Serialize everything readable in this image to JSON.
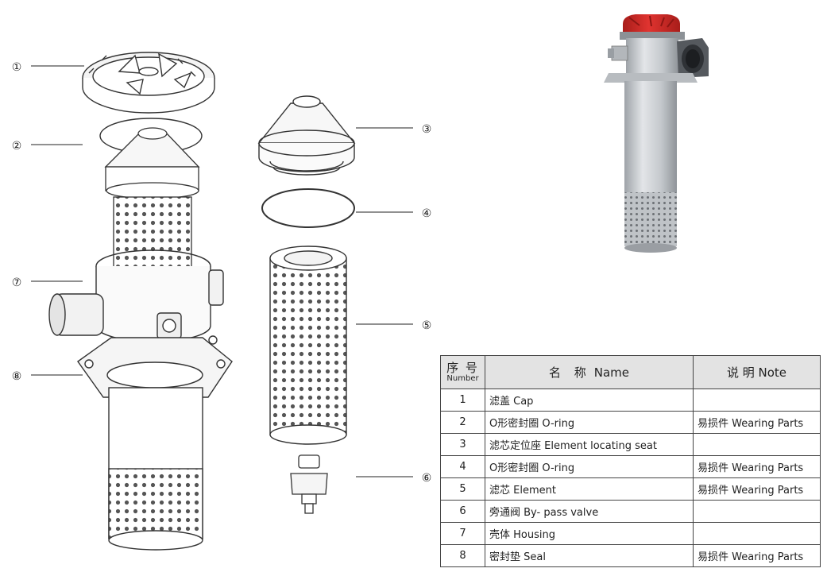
{
  "callouts": [
    {
      "number": "①"
    },
    {
      "number": "②"
    },
    {
      "number": "③"
    },
    {
      "number": "④"
    },
    {
      "number": "⑤"
    },
    {
      "number": "⑥"
    },
    {
      "number": "⑦"
    },
    {
      "number": "⑧"
    }
  ],
  "parts_table": {
    "header": {
      "number_cn": "序 号",
      "number_en": "Number",
      "name_cn": "名 称",
      "name_en": "Name",
      "note": "说 明 Note"
    },
    "rows": [
      {
        "number": "1",
        "name": "滤盖   Cap",
        "note": ""
      },
      {
        "number": "2",
        "name": "O形密封圈   O-ring",
        "note": "易损件 Wearing Parts"
      },
      {
        "number": "3",
        "name": "滤芯定位座  Element locating seat",
        "note": ""
      },
      {
        "number": "4",
        "name": "O形密封圈   O-ring",
        "note": "易损件 Wearing Parts"
      },
      {
        "number": "5",
        "name": "滤芯    Element",
        "note": "易损件 Wearing Parts"
      },
      {
        "number": "6",
        "name": "旁通阀   By- pass valve",
        "note": ""
      },
      {
        "number": "7",
        "name": "壳体   Housing",
        "note": ""
      },
      {
        "number": "8",
        "name": "密封垫   Seal",
        "note": "易损件 Wearing Parts"
      }
    ]
  },
  "colors": {
    "cap_red": "#d42a26",
    "metal": "#c9ccd0",
    "line": "#333333",
    "table_header_bg": "#e3e3e3"
  }
}
